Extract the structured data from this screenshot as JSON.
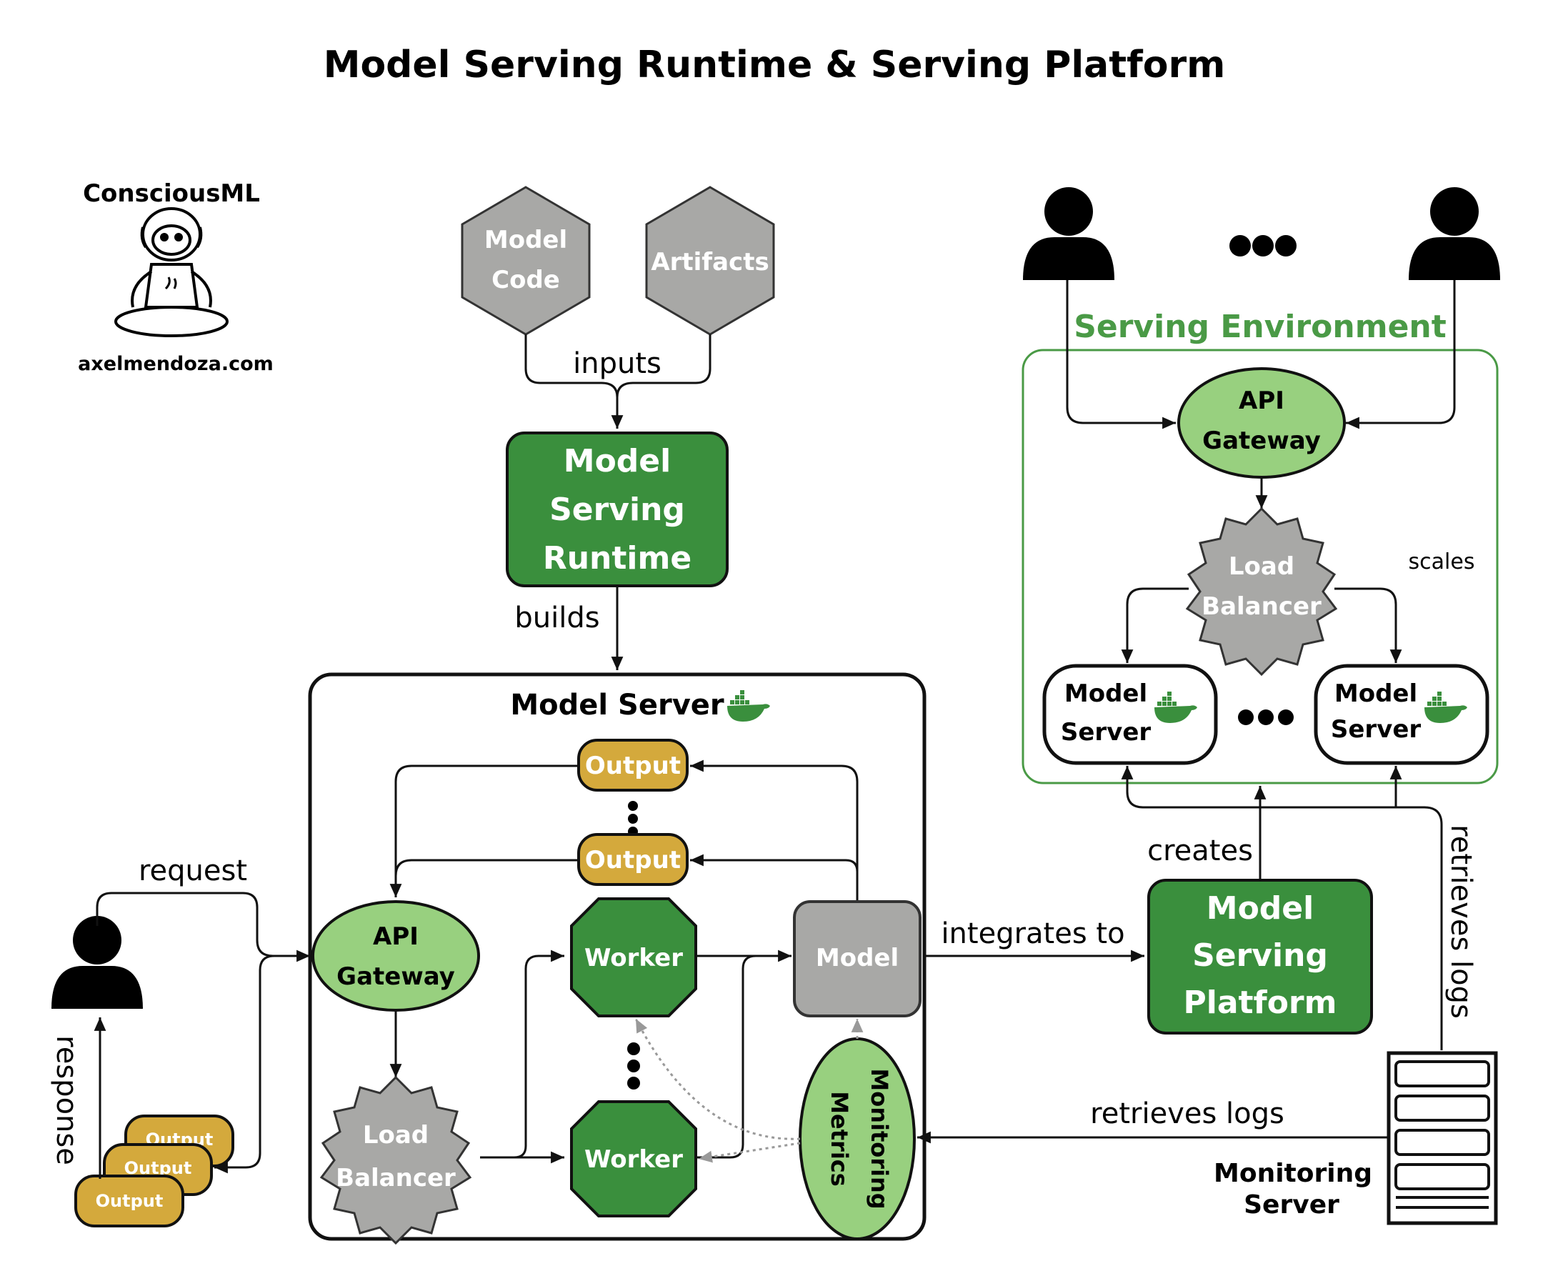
{
  "title": "Model Serving Runtime & Serving Platform",
  "brand": {
    "name": "ConsciousML",
    "site": "axelmendoza.com"
  },
  "inputs": {
    "model_code_1": "Model",
    "model_code_2": "Code",
    "artifacts": "Artifacts",
    "label": "inputs"
  },
  "runtime": {
    "line1": "Model",
    "line2": "Serving",
    "line3": "Runtime",
    "builds_label": "builds"
  },
  "model_server": {
    "title": "Model Server",
    "output_label": "Output",
    "api_gateway_1": "API",
    "api_gateway_2": "Gateway",
    "load_balancer_1": "Load",
    "load_balancer_2": "Balancer",
    "worker_label": "Worker",
    "model_label": "Model",
    "monitoring_1": "Monitoring",
    "monitoring_2": "Metrics"
  },
  "client": {
    "request_label": "request",
    "response_label": "response",
    "output_label": "Output"
  },
  "integration": {
    "label": "integrates to"
  },
  "platform": {
    "line1": "Model",
    "line2": "Serving",
    "line3": "Platform",
    "creates_label": "creates"
  },
  "serving_env": {
    "title": "Serving Environment",
    "api_gateway_1": "API",
    "api_gateway_2": "Gateway",
    "load_balancer_1": "Load",
    "load_balancer_2": "Balancer",
    "scales_label": "scales",
    "model_server_1": "Model",
    "model_server_2": "Server"
  },
  "monitoring_server": {
    "line1": "Monitoring",
    "line2": "Server",
    "logs_label_h": "retrieves logs",
    "logs_label_v": "retrieves logs"
  },
  "colors": {
    "dark_green": "#3a8f3d",
    "light_green": "#98d07f",
    "env_green": "#4a9a46",
    "gray": "#a8a8a6",
    "gold": "#d4a93c",
    "black": "#000000"
  },
  "icons": [
    "robot-logo",
    "user-icon",
    "docker-whale-icon",
    "server-rack-icon",
    "ellipsis-dots"
  ]
}
